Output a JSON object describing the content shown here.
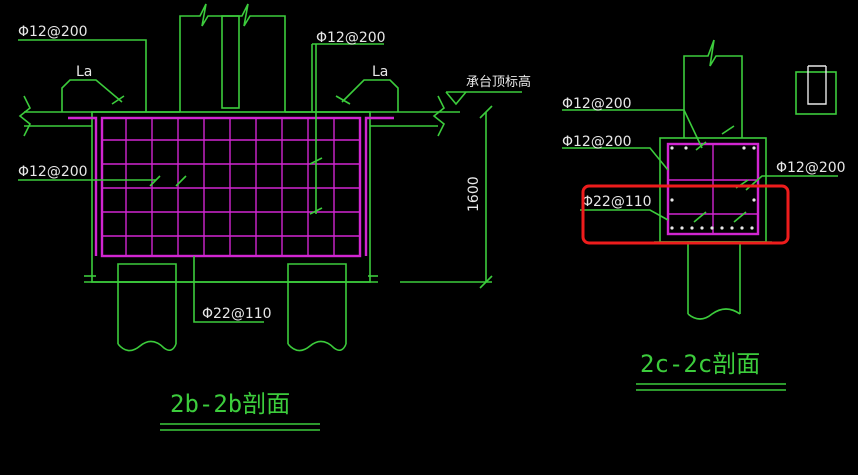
{
  "colors": {
    "background": "#000000",
    "line": "#3ccc3c",
    "rebar": "#d126d1",
    "label": "#e8e8e8",
    "highlight": "#ee1c1c"
  },
  "section_b": {
    "title": "2b-2b剖面",
    "top_left_rebar": "Φ12@200",
    "top_right_rebar": "Φ12@200",
    "anchor_left": "La",
    "anchor_right": "La",
    "side_rebar": "Φ12@200",
    "bottom_rebar": "Φ22@110",
    "elevation_label": "承台顶标高",
    "depth_dim": "1600"
  },
  "section_c": {
    "title": "2c-2c剖面",
    "rebar_1": "Φ12@200",
    "rebar_2": "Φ12@200",
    "rebar_3": "Φ12@200",
    "rebar_4": "Φ22@110"
  }
}
